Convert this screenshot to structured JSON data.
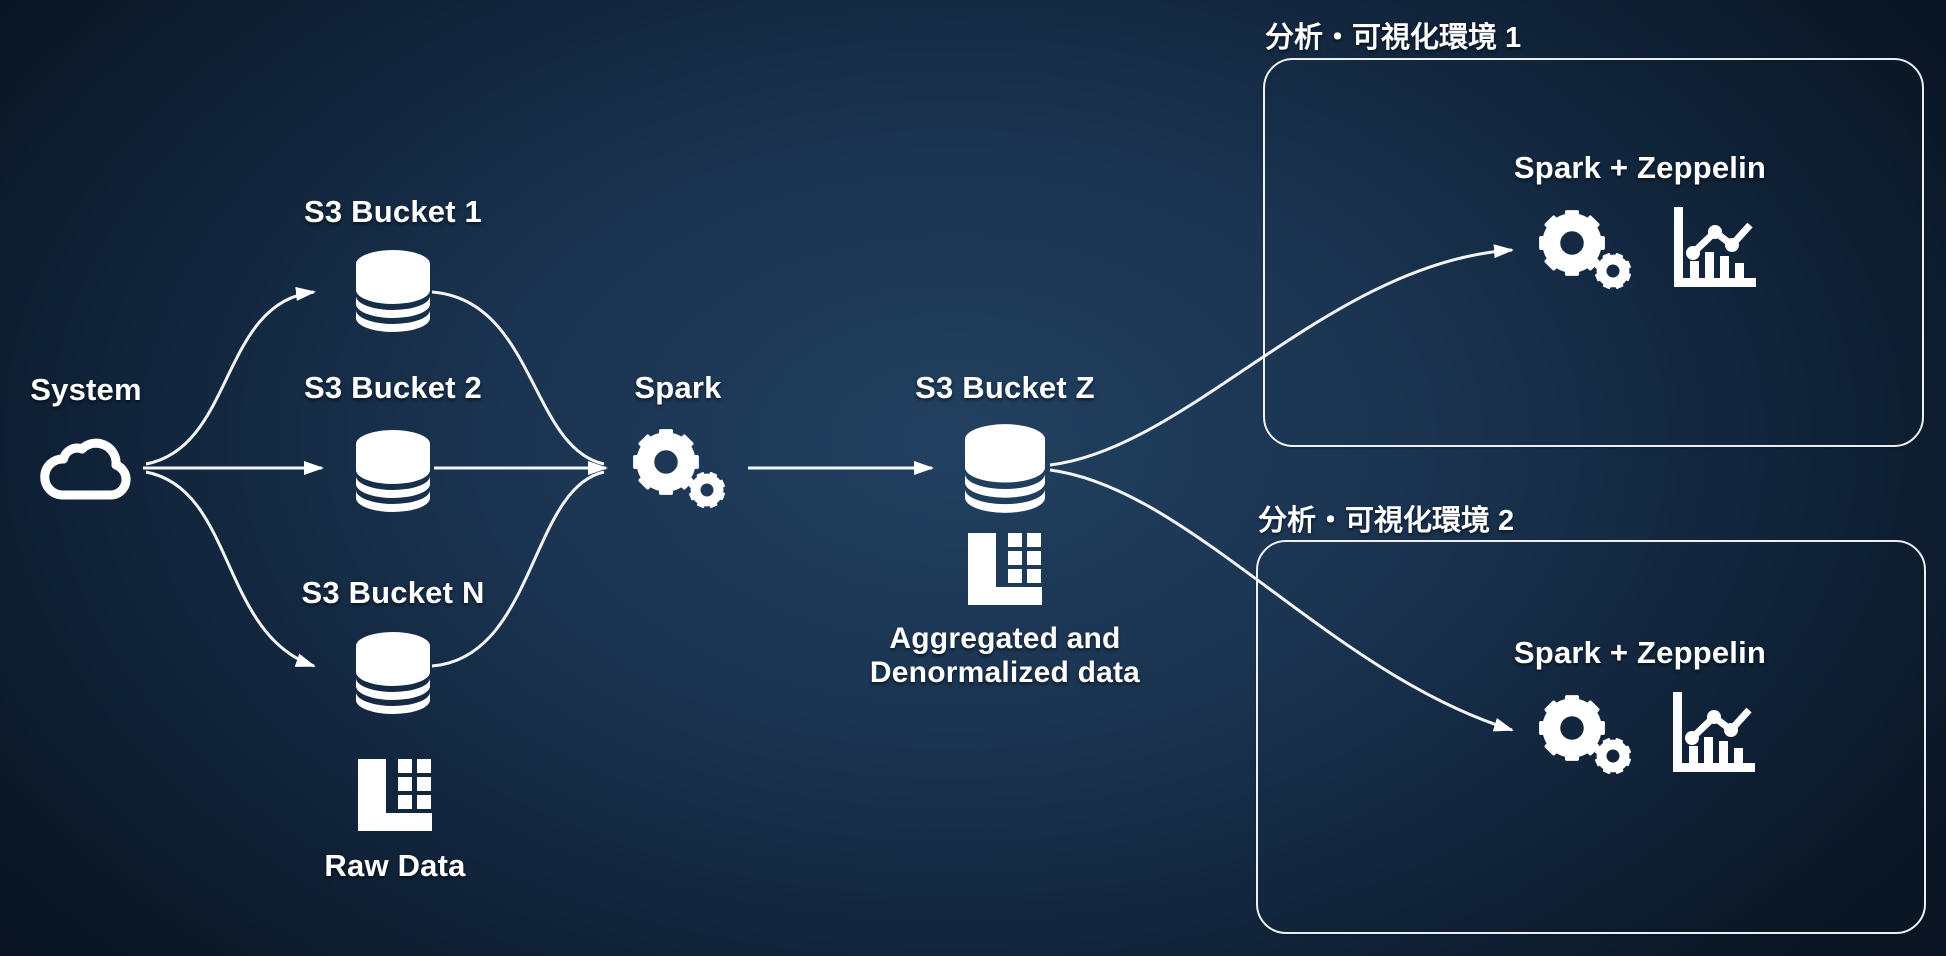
{
  "title": "Data pipeline architecture diagram",
  "colors": {
    "background_center": "#224060",
    "background_edge": "#0a1422",
    "foreground": "#ffffff",
    "connector": "#ffffff"
  },
  "nodes": {
    "system": {
      "label": "System",
      "icon": "cloud-icon"
    },
    "bucket1": {
      "label": "S3 Bucket 1",
      "icon": "database-icon"
    },
    "bucket2": {
      "label": "S3 Bucket 2",
      "icon": "database-icon"
    },
    "bucketN": {
      "label": "S3 Bucket N",
      "icon": "database-icon"
    },
    "raw": {
      "label": "Raw Data",
      "icon": "table-icon"
    },
    "spark": {
      "label": "Spark",
      "icon": "gears-icon"
    },
    "bucketZ": {
      "label": "S3 Bucket Z",
      "icon": "database-icon"
    },
    "aggregated": {
      "line1": "Aggregated and",
      "line2": "Denormalized data",
      "icon": "table-icon"
    }
  },
  "env1": {
    "title": "分析・可視化環境 1",
    "label": "Spark + Zeppelin",
    "icons": [
      "gears-icon",
      "chart-icon"
    ]
  },
  "env2": {
    "title": "分析・可視化環境 2",
    "label": "Spark + Zeppelin",
    "icons": [
      "gears-icon",
      "chart-icon"
    ]
  },
  "connectors": [
    "system-to-bucket1",
    "system-to-bucket2",
    "system-to-bucketN",
    "bucket1-to-spark",
    "bucket2-to-spark",
    "bucketN-to-spark",
    "spark-to-bucketZ",
    "bucketZ-to-env1",
    "bucketZ-to-env2"
  ]
}
